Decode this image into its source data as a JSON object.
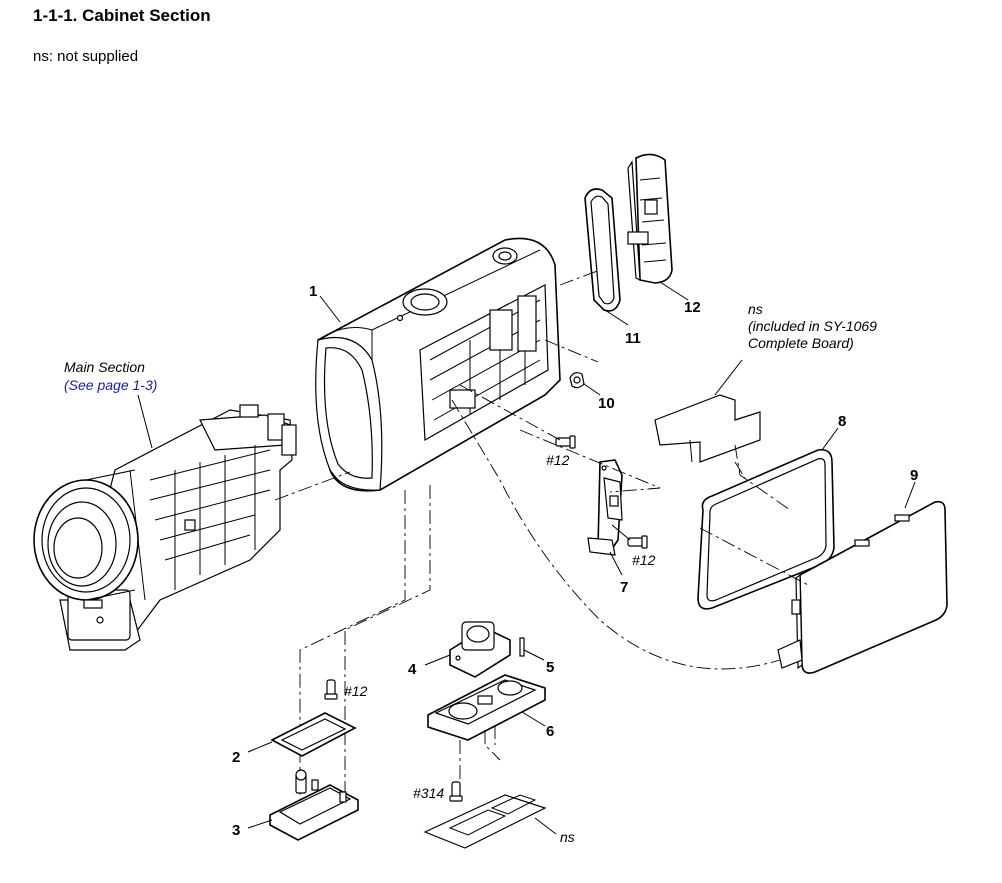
{
  "header": {
    "title": "1-1-1. Cabinet Section",
    "subtitle": "ns: not supplied"
  },
  "callouts": {
    "p1": "1",
    "p2": "2",
    "p3": "3",
    "p4": "4",
    "p5": "5",
    "p6": "6",
    "p7": "7",
    "p8": "8",
    "p9": "9",
    "p10": "10",
    "p11": "11",
    "p12": "12"
  },
  "screws": {
    "s1": "#12",
    "s2": "#12",
    "s3": "#12",
    "s4": "#314"
  },
  "notes": {
    "main_section": "Main Section",
    "main_section_ref": "(See page 1-3)",
    "ns_top": "ns",
    "ns_top_line2": "(included in SY-1069",
    "ns_top_line3": "Complete Board)",
    "ns_bottom": "ns"
  }
}
